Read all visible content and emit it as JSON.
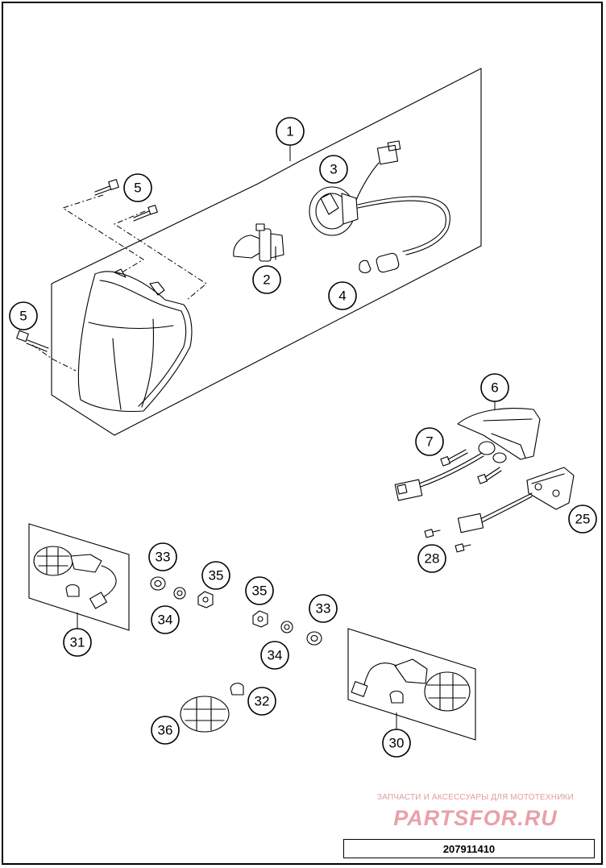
{
  "callouts": {
    "c1": "1",
    "c2": "2",
    "c3": "3",
    "c4": "4",
    "c5a": "5",
    "c5b": "5",
    "c6": "6",
    "c7": "7",
    "c25": "25",
    "c28": "28",
    "c30": "30",
    "c31": "31",
    "c32": "32",
    "c33a": "33",
    "c33b": "33",
    "c34a": "34",
    "c34b": "34",
    "c35a": "35",
    "c35b": "35",
    "c36": "36"
  },
  "watermark": {
    "tagline": "ЗАПЧАСТИ И АКСЕССУАРЫ ДЛЯ МОТОТЕХНИКИ",
    "logo": "PARTSFOR.RU"
  },
  "diagram_code": "207911410"
}
